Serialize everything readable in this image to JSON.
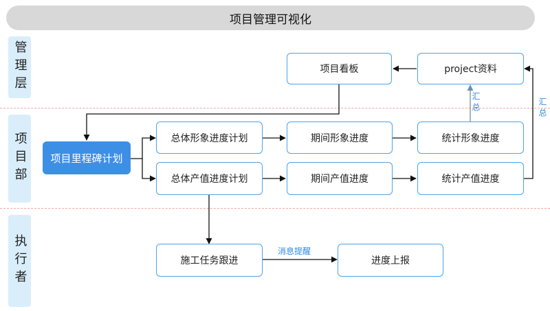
{
  "header": {
    "title": "项目管理可视化"
  },
  "lanes": {
    "management": "管理层",
    "project_dept": "项目部",
    "executor": "执行者"
  },
  "nodes": {
    "project_board": "项目看板",
    "project_data": "project资料",
    "milestone_plan": "项目里程碑计划",
    "overall_image_plan": "总体形象进度计划",
    "period_image": "期间形象进度",
    "stat_image": "统计形象进度",
    "overall_value_plan": "总体产值进度计划",
    "period_value": "期间产值进度",
    "stat_value": "统计产值进度",
    "task_tracking": "施工任务跟进",
    "progress_report": "进度上报"
  },
  "edge_labels": {
    "summary_1": "汇总",
    "summary_2": "汇总",
    "notification": "消息提醒"
  },
  "colors": {
    "accent": "#3d8fe6",
    "box_border": "#4aa3ea",
    "lane_bg": "#d9eefa",
    "divider": "#f2a6a6",
    "header_bg": "#d8d8d8"
  }
}
